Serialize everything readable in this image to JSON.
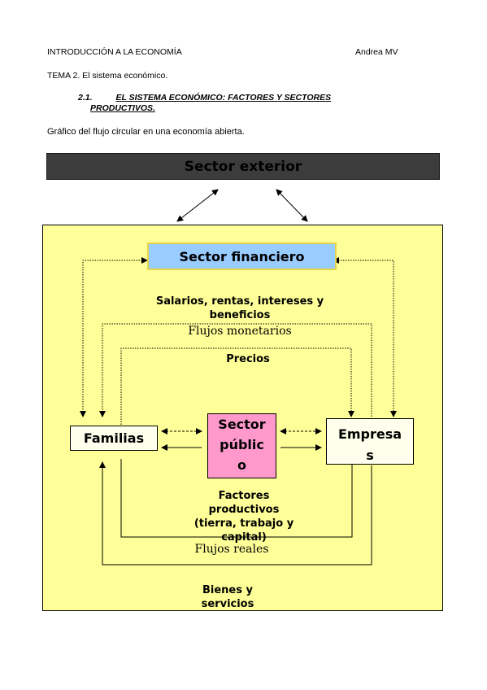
{
  "header": {
    "course": "INTRODUCCIÓN A LA ECONOMÍA",
    "author": "Andrea MV",
    "tema": "TEMA 2. El sistema económico."
  },
  "section": {
    "number": "2.1.",
    "title_line1": "EL SISTEMA ECONÓMICO: FACTORES Y SECTORES",
    "title_line2": "PRODUCTIVOS."
  },
  "subtitle": "Gráfico del flujo circular en una economía abierta.",
  "diagram": {
    "sector_exterior": "Sector exterior",
    "sector_financiero": "Sector financiero",
    "familias": "Familias",
    "sector_publico_lines": [
      "Sector",
      "públic",
      "o"
    ],
    "empresas_lines": [
      "Empresa",
      "s"
    ],
    "salarios_lines": [
      "Salarios, rentas, intereses y",
      "beneficios"
    ],
    "flujos_monetarios": "Flujos monetarios",
    "precios": "Precios",
    "factores_lines": [
      "Factores",
      "productivos",
      "(tierra, trabajo y",
      "capital)"
    ],
    "flujos_reales": "Flujos reales",
    "bienes_lines": [
      "Bienes y",
      "servicios"
    ]
  }
}
